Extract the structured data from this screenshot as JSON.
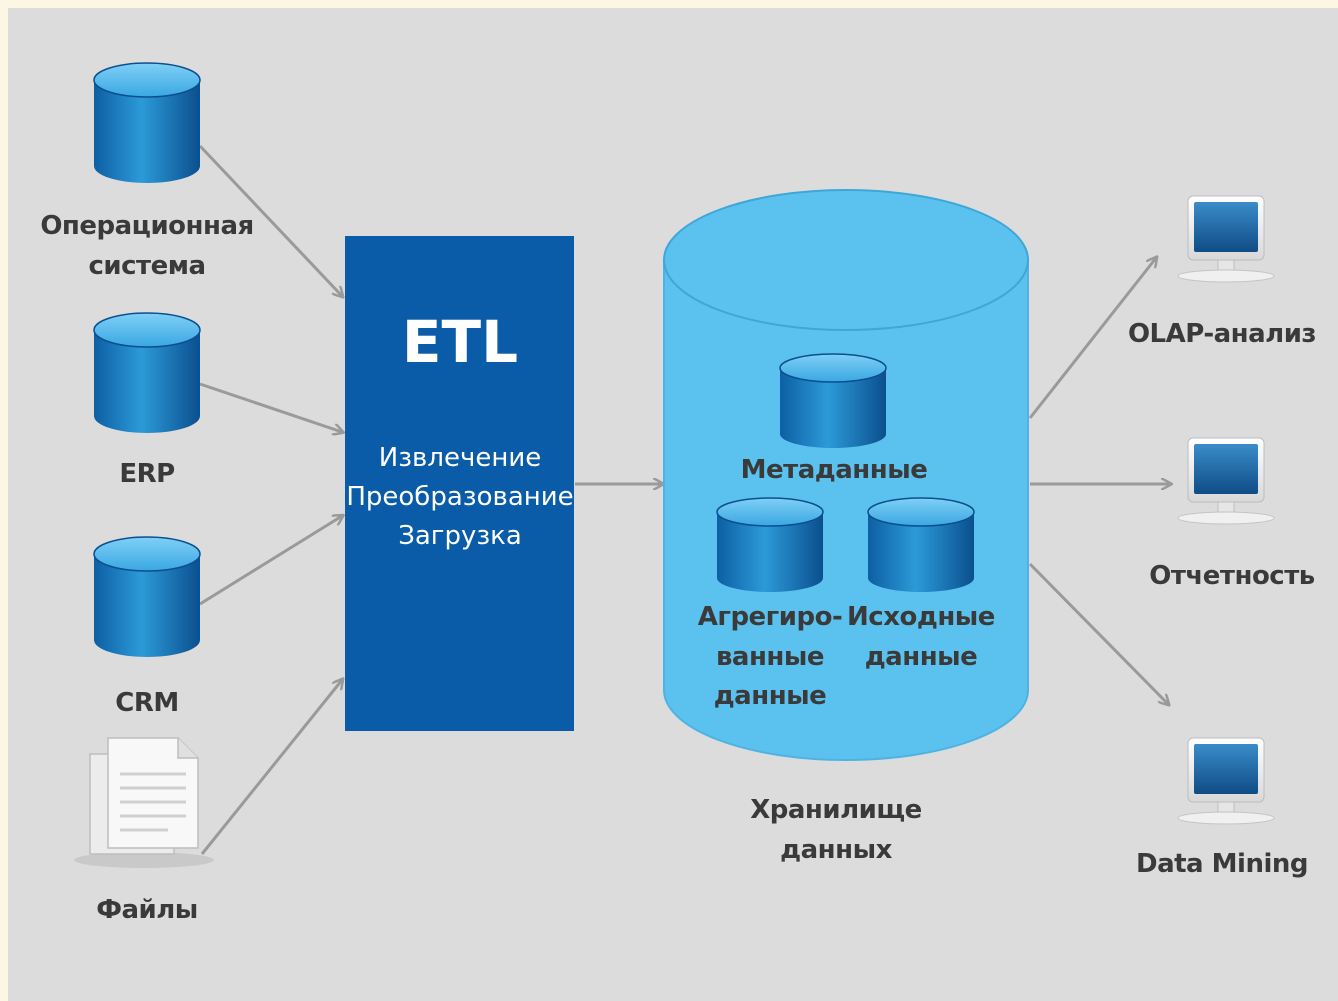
{
  "sources": [
    {
      "label_lines": [
        "Операционная",
        "система"
      ]
    },
    {
      "label_lines": [
        "ERP"
      ]
    },
    {
      "label_lines": [
        "CRM"
      ]
    },
    {
      "label_lines": [
        "Файлы"
      ]
    }
  ],
  "etl": {
    "title": "ETL",
    "steps": [
      "Извлечение",
      "Преобразование",
      "Загрузка"
    ]
  },
  "warehouse": {
    "label_lines": [
      "Хранилище",
      "данных"
    ],
    "inner": {
      "metadata": "Метаданные",
      "aggregated_lines": [
        "Агрегиро-",
        "ванные",
        "данные"
      ],
      "raw_lines": [
        "Исходные",
        "данные"
      ]
    }
  },
  "outputs": [
    {
      "label": "OLAP-анализ"
    },
    {
      "label": "Отчетность"
    },
    {
      "label": "Data Mining"
    }
  ],
  "colors": {
    "background": "#dcdcdc",
    "frame": "#fdf6e3",
    "etl_box": "#0a5ca8",
    "warehouse": "#5bc2ef",
    "arrow": "#9a9a9a",
    "label": "#3a3a3a"
  }
}
